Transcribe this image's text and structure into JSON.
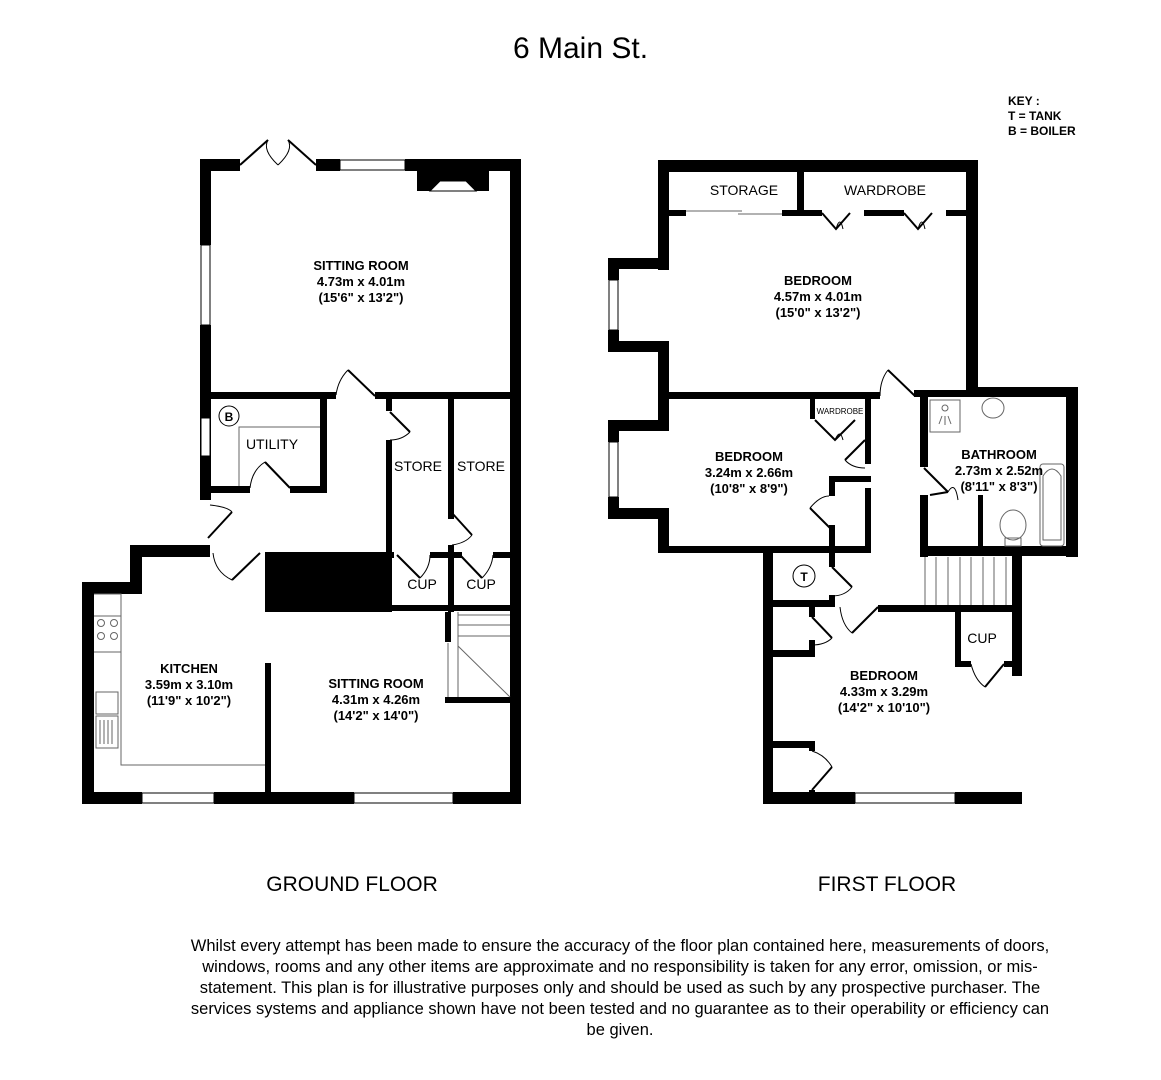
{
  "title": "6 Main St.",
  "key": {
    "heading": "KEY :",
    "items": [
      "T = TANK",
      "B = BOILER"
    ]
  },
  "ground_floor": {
    "label": "GROUND FLOOR",
    "rooms": [
      {
        "name": "SITTING ROOM",
        "metric": "4.73m x 4.01m",
        "imperial": "(15'6\" x 13'2\")"
      },
      {
        "name": "KITCHEN",
        "metric": "3.59m x 3.10m",
        "imperial": "(11'9\" x 10'2\")"
      },
      {
        "name": "SITTING ROOM",
        "metric": "4.31m x 4.26m",
        "imperial": "(14'2\" x 14'0\")"
      }
    ],
    "labels": {
      "utility": "UTILITY",
      "store1": "STORE",
      "store2": "STORE",
      "cup1": "CUP",
      "cup2": "CUP",
      "boiler": "B"
    }
  },
  "first_floor": {
    "label": "FIRST FLOOR",
    "rooms": [
      {
        "name": "BEDROOM",
        "metric": "4.57m x 4.01m",
        "imperial": "(15'0\" x 13'2\")"
      },
      {
        "name": "BEDROOM",
        "metric": "3.24m x 2.66m",
        "imperial": "(10'8\" x 8'9\")"
      },
      {
        "name": "BATHROOM",
        "metric": "2.73m x 2.52m",
        "imperial": "(8'11\" x 8'3\")"
      },
      {
        "name": "BEDROOM",
        "metric": "4.33m x 3.29m",
        "imperial": "(14'2\" x 10'10\")"
      }
    ],
    "labels": {
      "storage": "STORAGE",
      "wardrobe": "WARDROBE",
      "wardrobe_small": "WARDROBE",
      "cup": "CUP",
      "tank": "T"
    }
  },
  "disclaimer": "Whilst every attempt has been made to ensure the accuracy of the floor plan contained here, measurements of doors, windows, rooms and any other items are approximate and no responsibility is taken for any error, omission, or mis-statement. This plan is for illustrative purposes only and should be used as such by any prospective purchaser. The services systems and appliance shown have not been tested and no guarantee as to their operability or efficiency can be given.",
  "colors": {
    "wall": "#000000",
    "background": "#ffffff",
    "fixture": "#666666"
  }
}
